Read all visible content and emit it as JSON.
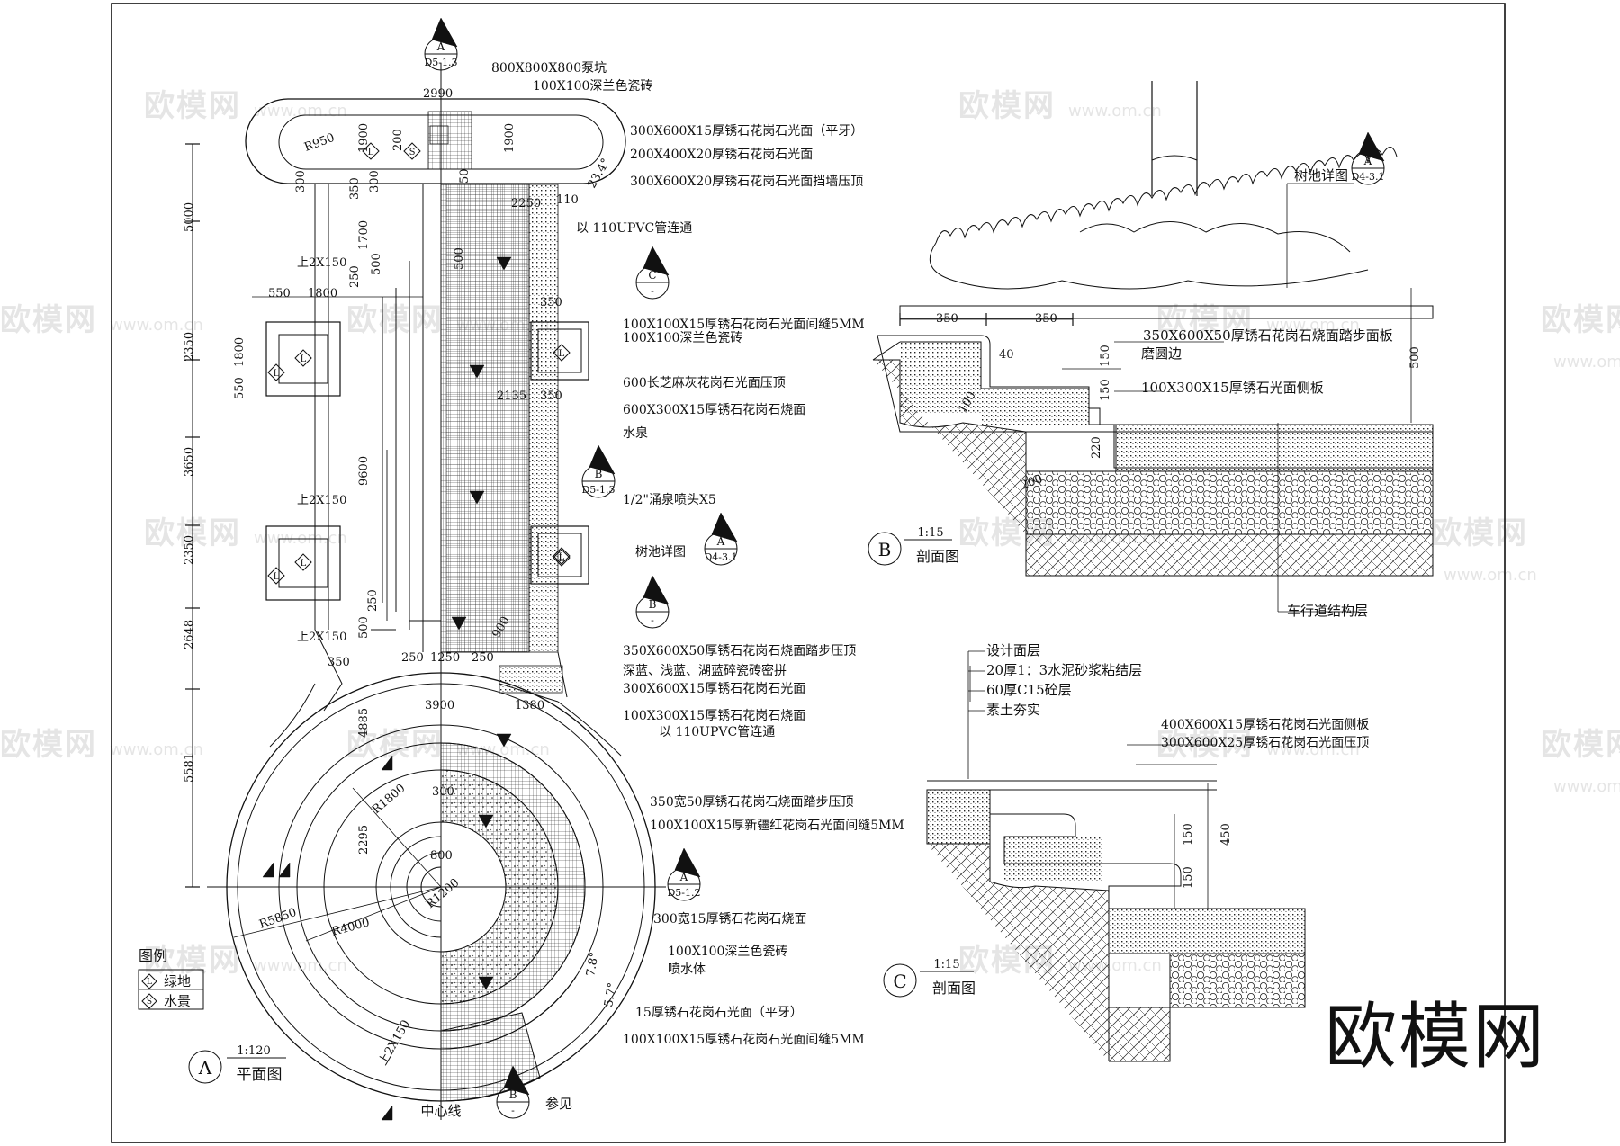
{
  "watermark": {
    "brand": "欧模网",
    "site": "www.om.cn"
  },
  "brand_logo": "欧模网",
  "plan": {
    "circle": "A",
    "scale": "1:120",
    "title": "平面图",
    "centerline": "中心线",
    "see": "参见",
    "legend": {
      "title": "图例",
      "items": [
        {
          "sym": "L",
          "label": "绿地"
        },
        {
          "sym": "S",
          "label": "水景"
        }
      ]
    },
    "callouts": [
      "800X800X800泵坑",
      "100X100深兰色瓷砖",
      "300X600X15厚锈石花岗石光面（平牙）",
      "200X400X20厚锈石花岗石光面",
      "300X600X20厚锈石花岗石光面挡墙压顶",
      "以  110UPVC管连通",
      "100X100X15厚锈石花岗石光面间缝5MM",
      "100X100深兰色瓷砖",
      "600长芝麻灰花岗石光面压顶",
      "600X300X15厚锈石花岗石烧面",
      "水泉",
      "1/2\"涌泉喷头X5",
      "树池详图",
      "350X600X50厚锈石花岗石烧面踏步压顶",
      "深蓝、浅蓝、湖蓝碎瓷砖密拼",
      "300X600X15厚锈石花岗石光面",
      "100X300X15厚锈石花岗石烧面",
      "以  110UPVC管连通",
      "350宽50厚锈石花岗石烧面踏步压顶",
      "100X100X15厚新疆红花岗石光面间缝5MM",
      "300宽15厚锈石花岗石烧面",
      "100X100深兰色瓷砖",
      "喷水体",
      "15厚锈石花岗石光面（平牙）",
      "100X100X15厚锈石花岗石光面间缝5MM"
    ],
    "dims": [
      "2990",
      "200",
      "1900",
      "1900",
      "R950",
      "300",
      "350",
      "300",
      "50",
      "2250",
      "110",
      "23.4°",
      "5000",
      "1700",
      "上2X150",
      "250",
      "500",
      "550",
      "1800",
      "500",
      "350",
      "2350",
      "1800",
      "550",
      "2135",
      "350",
      "3650",
      "9600",
      "上2X150",
      "2350",
      "500",
      "250",
      "上2X150",
      "350",
      "2648",
      "250",
      "1250",
      "250",
      "900",
      "3900",
      "1380",
      "4885",
      "5581",
      "300",
      "R1800",
      "2295",
      "800",
      "R1200",
      "R4000",
      "R5850",
      "7.8°",
      "5.7°",
      "上2X150"
    ],
    "markers": [
      {
        "top": "A",
        "bottom": "D5-1.3"
      },
      {
        "top": "C",
        "bottom": "-"
      },
      {
        "top": "B",
        "bottom": "D5-1.3"
      },
      {
        "top": "A",
        "bottom": "D4-3.1"
      },
      {
        "top": "B",
        "bottom": "-"
      },
      {
        "top": "A",
        "bottom": "D5-1.2"
      },
      {
        "top": "B",
        "bottom": "-"
      }
    ]
  },
  "section_b": {
    "circle": "B",
    "scale": "1:15",
    "title": "剖面图",
    "tree_detail": "树池详图",
    "marker": {
      "top": "A",
      "bottom": "D4-3.1"
    },
    "callouts": [
      "350X600X50厚锈石花岗石烧面踏步面板",
      "磨圆边",
      "100X300X15厚锈石光面侧板",
      "车行道结构层"
    ],
    "dims": [
      "350",
      "350",
      "40",
      "150",
      "150",
      "500",
      "100",
      "220",
      "200"
    ]
  },
  "section_c": {
    "circle": "C",
    "scale": "1:15",
    "title": "剖面图",
    "layers": [
      "设计面层",
      "20厚1：3水泥砂浆粘结层",
      "60厚C15砼层",
      "素土夯实"
    ],
    "callouts": [
      "400X600X15厚锈石花岗石光面侧板",
      "300X600X25厚锈石花岗石光面压顶"
    ],
    "dims": [
      "150",
      "150",
      "450"
    ]
  }
}
